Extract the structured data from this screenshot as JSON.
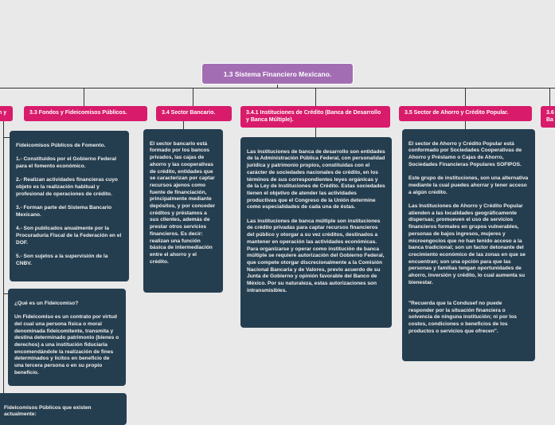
{
  "root": {
    "title": "1.3 Sistema Financiero Mexicano."
  },
  "topics": {
    "t_left": "n y",
    "t33": "3.3 Fondos y Fideicomisos Públicos.",
    "t34": "3.4 Sector Bancario.",
    "t341": "3.4.1 Instituciones de Crédito (Banca de Desarrollo y Banca Múltiple).",
    "t35": "3.5 Sector de Ahorro y Crédito Popular.",
    "t36": "3.6 Ba"
  },
  "cards": {
    "fideicomisos": "Fideicomisos Públicos de Fomento.\n\n1.- Constituidos por el Gobierno Federal para el fomento económico.\n\n2.- Realizan actividades financieras cuyo objeto es la realización habitual y profesional de operaciones de crédito.\n\n3.- Forman parte del Sistema Bancario Mexicano.\n\n4.- Son publicados anualmente por la Procuraduría Fiscal de la Federación en el DOF.\n\n5.- Son sujetos a la supervisión de la CNBV.",
    "que_es": "¿Qué es un Fideicomiso?\n\nUn Fideicomiso es un contrato por virtud del cual una persona física o moral denominada fideicomitente, transmita y destina determinado patrimonio (bienes o derechos) a una institución fiduciaria encomendándole la realización de fines determinados y lícitos en beneficio de una tercera persona o en su propio beneficio.",
    "existen": "Fideicomisos Públicos que existen actualmente:",
    "sector_bancario": "El sector bancario está formado por los bancos privados, las cajas de ahorro y las cooperativas de crédito, entidades que se caracterizan por captar recursos ajenos como fuente de financiación, principalmente mediante depósitos, y por conceder créditos y préstamos a sus clientes, además de prestar otros servicios financieros. Es decir: realizan una función básica de intermediación entre el ahorro y el crédito.",
    "instituciones": "Las instituciones de banca de desarrollo son entidades de la Administración Pública Federal, con personalidad jurídica y patrimonio propios, constituidas con el carácter de sociedades nacionales de crédito, en los términos de sus correspondientes leyes orgánicas y de la Ley de Instituciones de Crédito. Estas sociedades tienen el objetivo de atender las actividades productivas que el Congreso de la Unión determine como especialidades de cada una de éstas.\n\nLas instituciones de banca múltiple son instituciones de crédito privadas para captar recursos financieros del público y otorgar a su vez créditos, destinados a mantener en operación las actividades económicas. Para organizarse y operar como institución de banca múltiple se requiere autorización del Gobierno Federal, que compete otorgar discrecionalmente a la Comisión Nacional Bancaria y de Valores, previo acuerdo de su Junta de Gobierno y opinión favorable del Banco de México. Por su naturaleza, estas autorizaciones son intransmisibles.",
    "ahorro": "El sector de Ahorro y Crédito Popular está conformado por Sociedades Cooperativas de Ahorro y Préstamo o Cajas de Ahorro, Sociedades Financieras Populares SOFIPOS.\n\nEste grupo de instituciones, son una alternativa mediante la cual puedes ahorrar y tener acceso a algún crédito.\n\nLas Instituciones de Ahorro y Crédito Popular atienden a las localidades geográficamente dispersas; promueven el uso de servicios financieros formales en grupos vulnerables, personas de bajos ingresos, mujeres y microengocios que no han tenido acceso a la banca tradicional; son un factor detonante del crecimiento económico de las zonas en que se encuentran; son una opción para que las personas y familias tengan oportunidades de ahorro, inversión y crédito, lo cual aumenta su bienestar.\n\n\n\"Recuerda que la Condusef no puede responder por la situación financiera o solvencia de ninguna institución; ni por los costos, condiciones o beneficios de los productos o servicios que ofrecen\"."
  },
  "colors": {
    "background": "#e9e9e9",
    "root": "#a36db3",
    "topic": "#d81b6a",
    "card": "#253e4f",
    "connector": "#333333"
  }
}
